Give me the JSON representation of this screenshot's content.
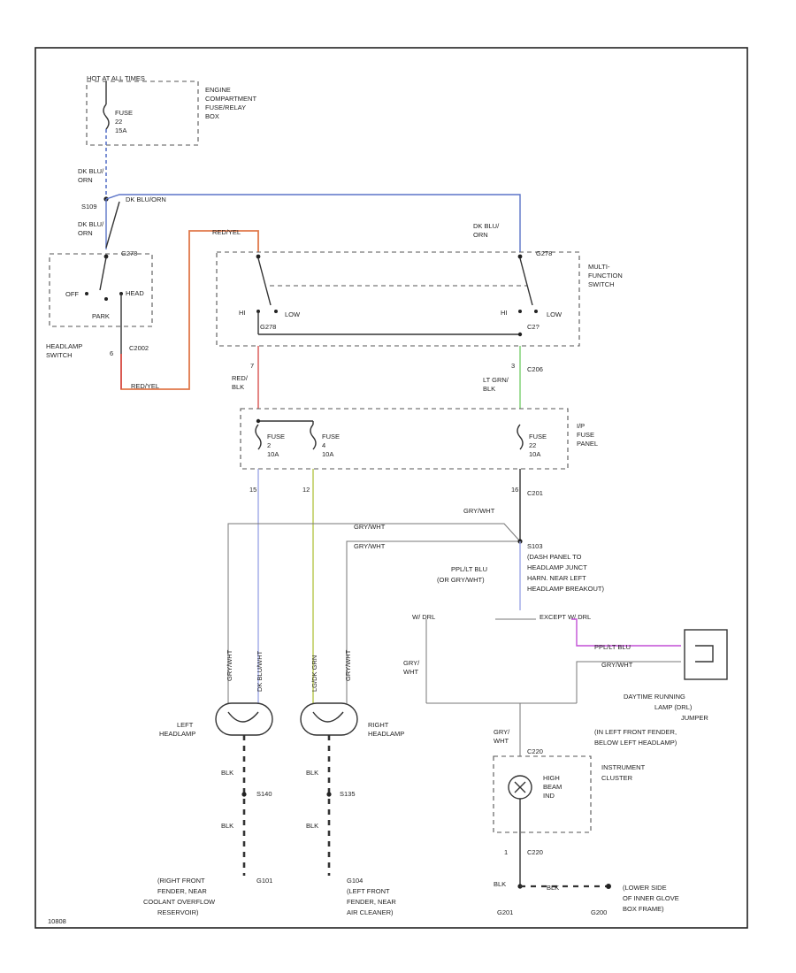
{
  "labels": {
    "fuse_box_top": "HOT AT ALL TIMES",
    "engine_box": [
      "ENGINE",
      "COMPARTMENT",
      "FUSE/RELAY",
      "BOX"
    ],
    "fuse_top": [
      "FUSE",
      "22",
      "15A"
    ],
    "wire_dkblu_orn_1": [
      "DK BLU/",
      "ORN"
    ],
    "splice_s109": "S109",
    "wire_dkblu_orn_2": [
      "DK BLU/",
      "ORN"
    ],
    "wire_dkblu_orn_run": "DK BLU/ORN",
    "wire_dkblu_orn_3": [
      "DK BLU/",
      "ORN"
    ],
    "c278_left": "G278",
    "c278_right": "G278",
    "headlamp_sw_off": "OFF",
    "headlamp_sw_head": "HEAD",
    "headlamp_sw_park": "PARK",
    "headlamp_switch": [
      "HEADLAMP",
      "SWITCH"
    ],
    "c202_num": "6",
    "c202": "C2002",
    "wire_redyel_top": "RED/YEL",
    "wire_redyel_bot": "RED/YEL",
    "mfs": [
      "MULTI-",
      "FUNCTION",
      "SWITCH"
    ],
    "hi_left": "HI",
    "low_left": "LOW",
    "hi_right": "HI",
    "low_right": "LOW",
    "conn_left": "G278",
    "conn_right": "C2?",
    "pin7": "7",
    "wire_red_blk": [
      "RED/",
      "BLK"
    ],
    "pin3": "3",
    "c206": "C206",
    "wire_ltgrn_blk": [
      "LT GRN/",
      "BLK"
    ],
    "ip_fuse": [
      "I/P",
      "FUSE",
      "PANEL"
    ],
    "fuse2": [
      "FUSE",
      "2",
      "10A"
    ],
    "fuse4": [
      "FUSE",
      "4",
      "10A"
    ],
    "fuse22": [
      "FUSE",
      "22",
      "10A"
    ],
    "pin15a": "15",
    "pin12": "12",
    "pin16": "16",
    "c201": "C201",
    "wire_gry_wht_1": "GRY/WHT",
    "wire_gry_wht_2": "GRY/WHT",
    "wire_gry_wht_3": "GRY/WHT",
    "s103": "S103",
    "s103_desc": [
      "(DASH PANEL TO",
      "HEADLAMP JUNCT",
      "HARN. NEAR LEFT",
      "HEADLAMP BREAKOUT)"
    ],
    "wire_ppl_blu": [
      "PPL/LT BLU",
      "(OR GRY/WHT)"
    ],
    "w_drl": "W/ DRL",
    "w_dr_wo": "EXCEPT W/ DRL",
    "wire_ppl_blu_r": "PPL/LT BLU",
    "wire_gry_wht_r": "GRY/WHT",
    "wire_gry_wht_mid": [
      "GRY/",
      "WHT"
    ],
    "drl": [
      "DAYTIME RUNNING",
      "LAMP (DRL)",
      "JUMPER",
      "(IN LEFT FRONT FENDER,",
      "BELOW LEFT HEADLAMP)"
    ],
    "left_headlamp": [
      "LEFT",
      "HEADLAMP"
    ],
    "right_headlamp": [
      "RIGHT",
      "HEADLAMP"
    ],
    "wire_v1": "GRY/WHT",
    "wire_v2": "DK BLU/WHT",
    "wire_v3": "LG/DK GRN",
    "wire_v4": "GRY/WHT",
    "blk1": "BLK",
    "blk2": "BLK",
    "blk3": "BLK",
    "blk4": "BLK",
    "s140": "S140",
    "s135": "S135",
    "g101": "G101",
    "g104": "G104",
    "g101_desc": [
      "(RIGHT FRONT",
      "FENDER, NEAR",
      "COOLANT OVERFLOW",
      "RESERVOIR)"
    ],
    "g104_desc": [
      "(LEFT FRONT",
      "FENDER, NEAR",
      "AIR CLEANER)"
    ],
    "ic_wire": [
      "GRY/",
      "WHT"
    ],
    "ic_pin": "C220",
    "ic_lamp": [
      "HIGH",
      "BEAM",
      "IND"
    ],
    "ic": [
      "INSTRUMENT",
      "CLUSTER"
    ],
    "ic_pin2": "1",
    "c220b": "C220",
    "blk_gnd": "BLK",
    "blk_gnd2": "BLK",
    "g201": "G201",
    "g200": "G200",
    "g200_desc": [
      "(LOWER SIDE",
      "OF INNER GLOVE",
      "BOX FRAME)"
    ],
    "footer": "10808"
  },
  "colors": {
    "wire_dkblu": "#5b74c8",
    "wire_redyel": "#e0784a",
    "wire_red": "#d9534f",
    "wire_ltgrn": "#7bcf6e",
    "wire_lav": "#9ea8e6",
    "wire_olive": "#b7c64a",
    "wire_purple": "#c24fd6",
    "line": "#333333"
  }
}
